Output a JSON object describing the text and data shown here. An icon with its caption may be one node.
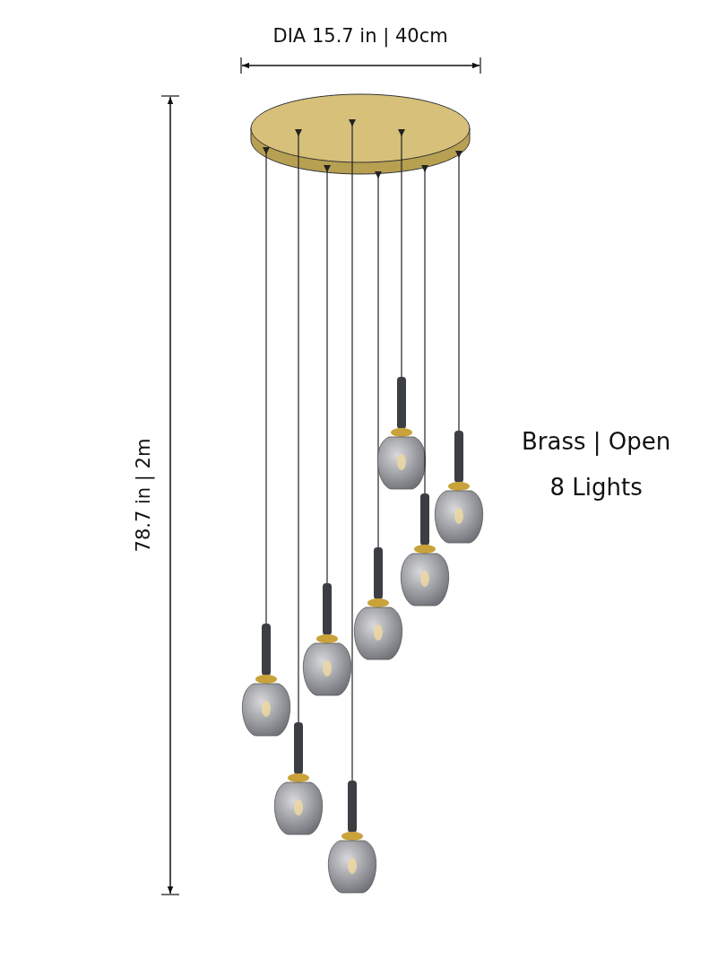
{
  "diagram": {
    "labels": [
      "DIA 15.7 in | 40cm",
      "78.7 in | 2m",
      "Brass | Open",
      "8 Lights"
    ]
  }
}
